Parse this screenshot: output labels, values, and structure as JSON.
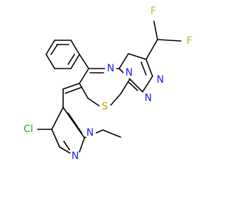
{
  "molecule": {
    "atoms": [
      {
        "id": "F1",
        "symbol": "F",
        "color": "#9ACD32"
      },
      {
        "id": "F2",
        "symbol": "F",
        "color": "#9ACD32"
      },
      {
        "id": "N_imine",
        "symbol": "N",
        "color": "#1C1CFF"
      },
      {
        "id": "N_ring",
        "symbol": "N",
        "color": "#1C1CFF"
      },
      {
        "id": "N_triazole_1",
        "symbol": "N",
        "color": "#1C1CFF"
      },
      {
        "id": "N_triazole_2",
        "symbol": "N",
        "color": "#1C1CFF"
      },
      {
        "id": "S",
        "symbol": "S",
        "color": "#C8A200"
      },
      {
        "id": "Cl",
        "symbol": "Cl",
        "color": "#1FB01F"
      },
      {
        "id": "N_pyrazole_1",
        "symbol": "N",
        "color": "#1C1CFF"
      },
      {
        "id": "N_pyrazole_2",
        "symbol": "N",
        "color": "#1C1CFF"
      }
    ]
  }
}
